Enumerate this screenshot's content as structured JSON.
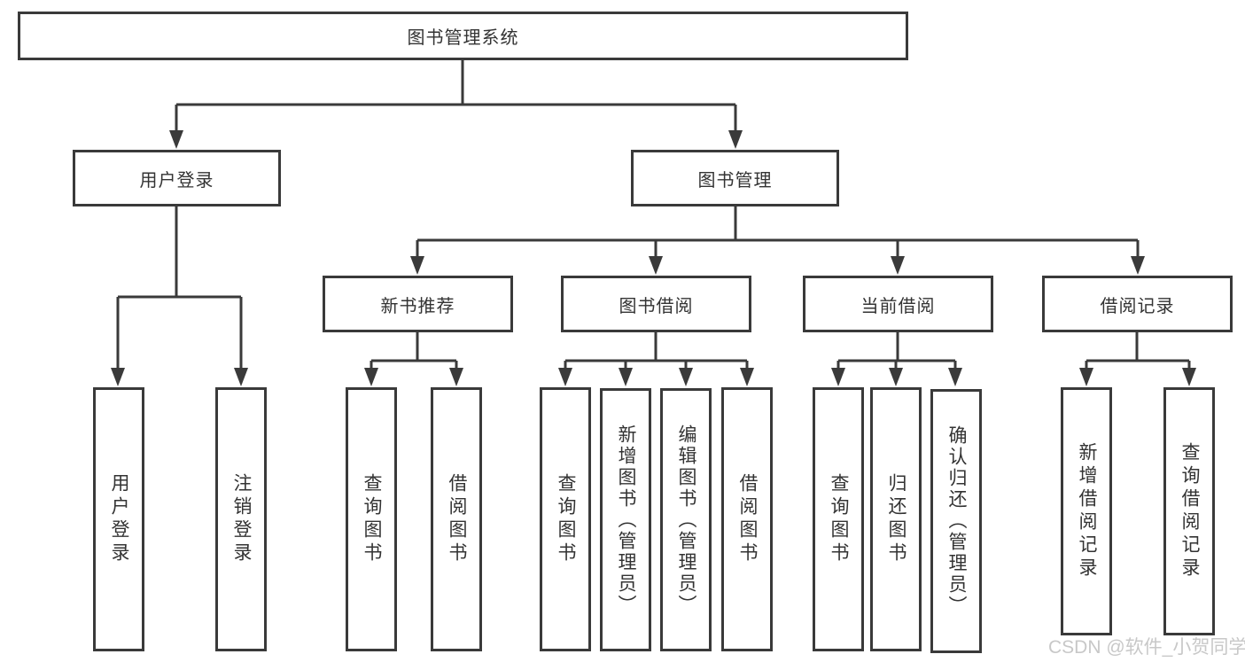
{
  "colors": {
    "line": "#3a3a3a",
    "box_border": "#3a3a3a",
    "box_fill": "#ffffff",
    "text": "#333333",
    "watermark": "#c8c8c8"
  },
  "diagram": {
    "root": {
      "label": "图书管理系统"
    },
    "branches": {
      "user_login": {
        "label": "用户登录",
        "children": [
          "用户登录",
          "注销登录"
        ]
      },
      "book_mgmt": {
        "label": "图书管理"
      }
    },
    "modules": {
      "new_books": {
        "label": "新书推荐",
        "children": [
          "查询图书",
          "借阅图书"
        ]
      },
      "book_borrow": {
        "label": "图书借阅",
        "children": [
          "查询图书",
          "新增图书（管理员）",
          "编辑图书（管理员）",
          "借阅图书"
        ]
      },
      "current_borrow": {
        "label": "当前借阅",
        "children": [
          "查询图书",
          "归还图书",
          "确认归还（管理员）"
        ]
      },
      "borrow_records": {
        "label": "借阅记录",
        "children": [
          "新增借阅记录",
          "查询借阅记录"
        ]
      }
    }
  },
  "watermark": "CSDN @软件_小贺同学"
}
